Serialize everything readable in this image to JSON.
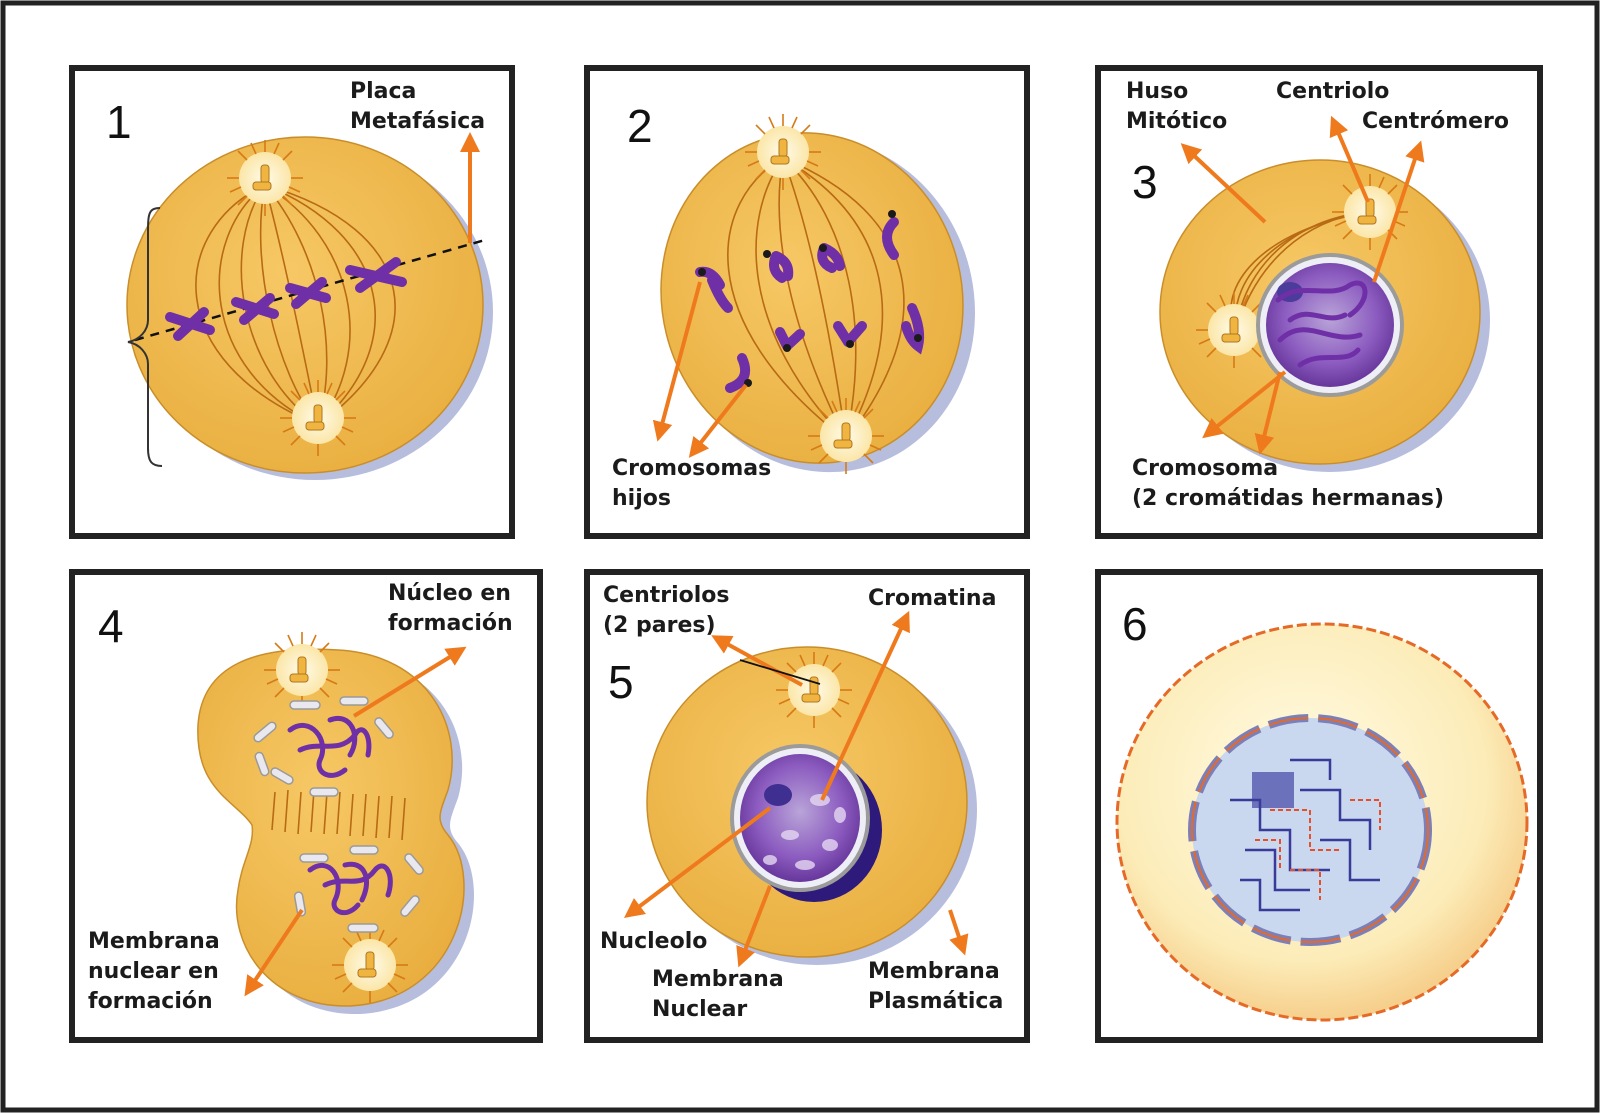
{
  "diagram": {
    "panels": [
      {
        "number": "1",
        "labels": {
          "placa_1": "Placa",
          "placa_2": "Metafásica"
        }
      },
      {
        "number": "2",
        "labels": {
          "cromosomas_1": "Cromosomas",
          "cromosomas_2": "hijos"
        }
      },
      {
        "number": "3",
        "labels": {
          "huso_1": "Huso",
          "huso_2": "Mitótico",
          "centriolo": "Centriolo",
          "centromero": "Centrómero",
          "cromosoma_1": "Cromosoma",
          "cromosoma_2": "(2 cromátidas hermanas)"
        }
      },
      {
        "number": "4",
        "labels": {
          "nucleo_1": "Núcleo en",
          "nucleo_2": "formación",
          "membrana_1": "Membrana",
          "membrana_2": "nuclear en",
          "membrana_3": "formación"
        }
      },
      {
        "number": "5",
        "labels": {
          "centriolos_1": "Centriolos",
          "centriolos_2": "(2 pares)",
          "cromatina": "Cromatina",
          "nucleolo": "Nucleolo",
          "membrana_nuclear_1": "Membrana",
          "membrana_nuclear_2": "Nuclear",
          "membrana_plasmatica_1": "Membrana",
          "membrana_plasmatica_2": "Plasmática"
        }
      },
      {
        "number": "6",
        "labels": {}
      }
    ]
  },
  "colors": {
    "cytoplasm": "#f2bd55",
    "arrow": "#ef7a1e",
    "chromosome": "#6f2fa6",
    "border": "#222222"
  }
}
